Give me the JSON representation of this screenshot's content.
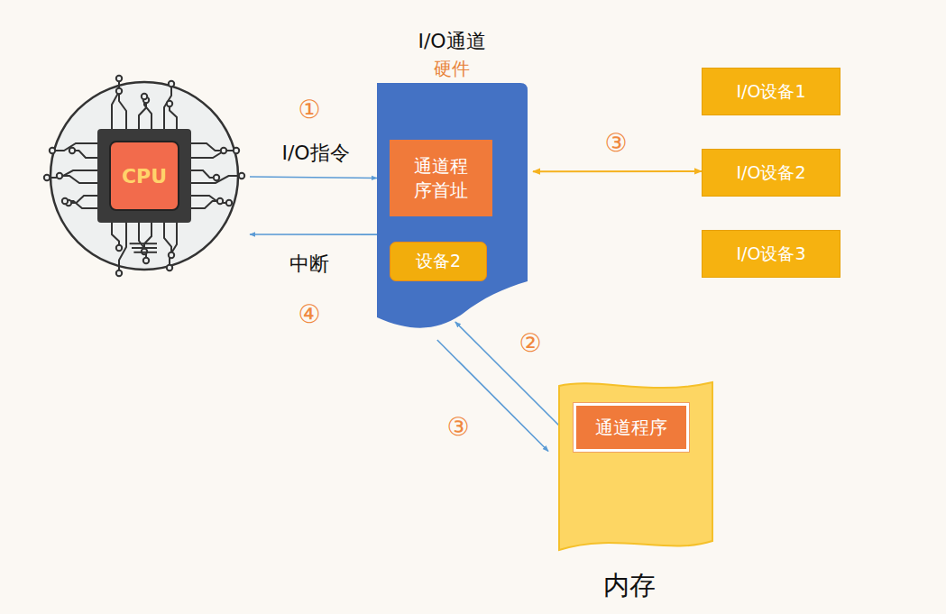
{
  "diagram": {
    "nodes": [
      {
        "text": [
          "CPU"
        ]
      },
      {
        "text": [
          "I/O通道",
          "硬件"
        ]
      },
      {
        "text": [
          "通道程序首址"
        ],
        "in": 1
      },
      {
        "text": [
          "设备2"
        ],
        "in": 1
      },
      {
        "text": [
          "I/O设备1"
        ]
      },
      {
        "text": [
          "I/O设备2"
        ]
      },
      {
        "text": [
          "I/O设备3"
        ]
      },
      {
        "text": [
          "内存"
        ]
      },
      {
        "text": [
          "通道程序"
        ],
        "in": 7
      }
    ],
    "edges": [
      {
        "from": 0,
        "to": 1,
        "arrow": "to",
        "label": "I/O指令"
      },
      {
        "from": 1,
        "to": 0,
        "arrow": "to",
        "label": "中断"
      },
      {
        "from": 1,
        "to": 5,
        "arrow": "both"
      },
      {
        "from": 7,
        "to": 1,
        "arrow": "to"
      },
      {
        "from": 1,
        "to": 7,
        "arrow": "to"
      }
    ],
    "labels": [
      "①",
      "③",
      "④",
      "②",
      "③"
    ]
  }
}
